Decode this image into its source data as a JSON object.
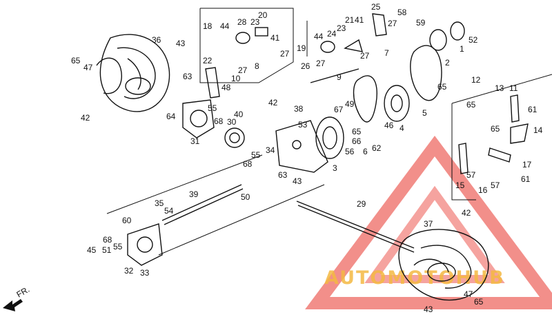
{
  "watermark": {
    "text": "AUTOMOTOHUB",
    "color_text": "#f4b942",
    "color_triangle": "#e8332a"
  },
  "direction_label": "FR.",
  "labels": {
    "n1": "1",
    "n2": "2",
    "n3": "3",
    "n4": "4",
    "n5": "5",
    "n6": "6",
    "n7": "7",
    "n8": "8",
    "n9": "9",
    "n10": "10",
    "n11": "11",
    "n12": "12",
    "n13": "13",
    "n14": "14",
    "n15": "15",
    "n16": "16",
    "n17": "17",
    "n18": "18",
    "n19": "19",
    "n20": "20",
    "n21": "21",
    "n22": "22",
    "n23": "23",
    "n24": "24",
    "n25": "25",
    "n26": "26",
    "n27": "27",
    "n28": "28",
    "n29": "29",
    "n30": "30",
    "n31": "31",
    "n32": "32",
    "n33": "33",
    "n34": "34",
    "n35": "35",
    "n36": "36",
    "n37": "37",
    "n38": "38",
    "n39": "39",
    "n40": "40",
    "n41": "41",
    "n42": "42",
    "n43": "43",
    "n44": "44",
    "n45": "45",
    "n46": "46",
    "n47": "47",
    "n48": "48",
    "n49": "49",
    "n50": "50",
    "n51": "51",
    "n52": "52",
    "n53": "53",
    "n54": "54",
    "n55": "55",
    "n56": "56",
    "n57": "57",
    "n58": "58",
    "n59": "59",
    "n60": "60",
    "n61": "61",
    "n62": "62",
    "n63": "63",
    "n64": "64",
    "n65": "65",
    "n66": "66",
    "n67": "67",
    "n68": "68"
  }
}
